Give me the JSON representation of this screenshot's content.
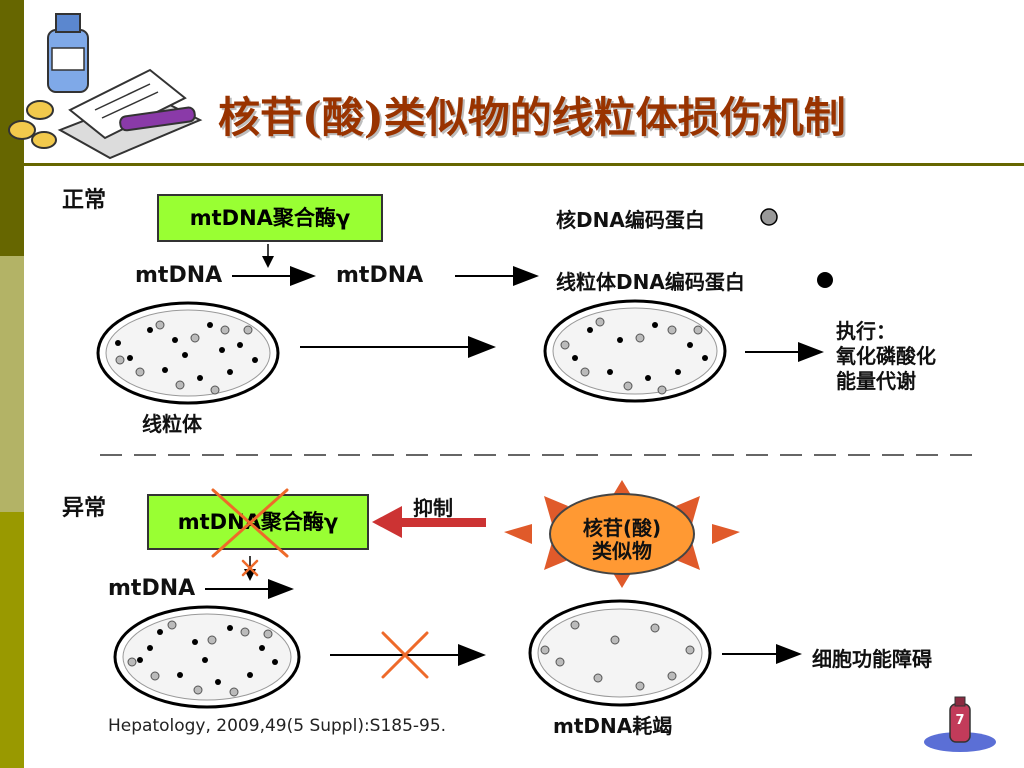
{
  "slide": {
    "title": "核苷(酸)类似物的线粒体损伤机制",
    "page_badge": "7"
  },
  "normal": {
    "section_label": "正常",
    "polymerase_box": "mtDNA聚合酶γ",
    "mtdna_left": "mtDNA",
    "mtdna_right": "mtDNA",
    "nuclear_protein": "核DNA编码蛋白",
    "mito_protein": "线粒体DNA编码蛋白",
    "mito_label": "线粒体",
    "execute_title": "执行：",
    "execute_line1": "氧化磷酸化",
    "execute_line2": "能量代谢"
  },
  "abnormal": {
    "section_label": "异常",
    "polymerase_box": "mtDNA聚合酶γ",
    "inhibit_label": "抑制",
    "analog_line1": "核苷(酸)",
    "analog_line2": "类似物",
    "mtdna_label": "mtDNA",
    "dysfunction": "细胞功能障碍",
    "depletion": "mtDNA耗竭",
    "citation": "Hepatology, 2009,49(5 Suppl):S185-95."
  },
  "colors": {
    "green_box": "#99ff33",
    "title": "#993300",
    "inhibit_arrow": "#cc3333",
    "starburst_fill": "#ff9933",
    "starburst_rays": "#e05a2a",
    "cross": "#ee6a2a"
  },
  "icons": {
    "header_clipart": "medicine-bottle-pills-icon",
    "nuclear_protein_marker": "gray-dot-icon",
    "mito_protein_marker": "black-dot-icon",
    "block_mark": "cross-icon",
    "footer_badge": "page-number-icon"
  }
}
